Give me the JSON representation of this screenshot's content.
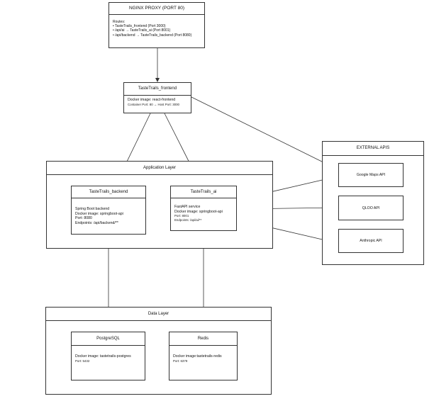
{
  "nginx": {
    "title": "NGINX PROXY (PORT 80)",
    "routes_label": "Routes:",
    "routes": [
      "• TasteTrails_frontend (Port 3000)",
      "• /api/ai → TasteTrails_ai (Port 8001)",
      "• /api/backend → TasteTrails_backend (Port 8080)"
    ]
  },
  "frontend": {
    "title": "TasteTrails_frontend",
    "image": "Docker image: react-frontend",
    "ports": "Container Port: 80 → Host Port: 3000"
  },
  "application_layer": {
    "title": "Application Layer",
    "backend": {
      "title": "TasteTrails_backend",
      "lines": [
        "Spring Boot backend",
        "Docker image: springboot-api",
        "Port: 8080",
        "Endpoints: /api/backend/**"
      ]
    },
    "ai": {
      "title": "TasteTrails_ai",
      "lines": [
        "FastAPI service",
        "Docker image: springboot-api"
      ],
      "small_lines": [
        "Port: 8001",
        "Endpoints: /api/ai/**"
      ]
    }
  },
  "external_apis": {
    "title": "EXTERNAL APIS",
    "items": [
      "Google Maps API",
      "QLOO API",
      "Anthropic API"
    ]
  },
  "data_layer": {
    "title": "Data Layer",
    "postgres": {
      "title": "PostgreSQL",
      "image": "Docker image: tastetrails-postgres",
      "port": "Port: 5432"
    },
    "redis": {
      "title": "Redis",
      "image": "Docker image:tastetrails-redis",
      "port": "Port: 6379"
    }
  },
  "colors": {
    "stroke": "#333333",
    "text": "#111111",
    "background": "#ffffff"
  }
}
